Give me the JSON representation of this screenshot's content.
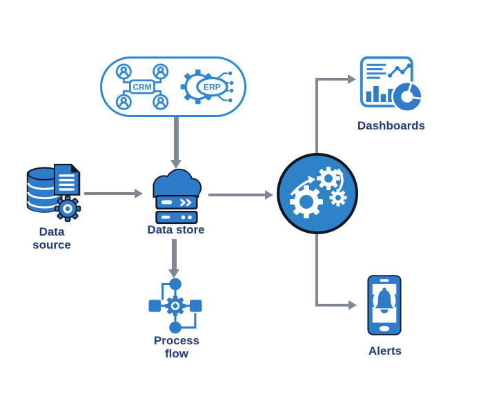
{
  "diagram": {
    "description": "data pipeline flow diagram"
  },
  "colors": {
    "icon_blue": "#2E7CC9",
    "outline_blue": "#2E86D4",
    "dark_outline": "#0F1626",
    "processing_circle_fill": "#2E82C8",
    "connector_gray": "#7D8894",
    "label_navy": "#1F3C74",
    "background": "#FFFFFF"
  },
  "nodes": {
    "integrations": {
      "crm": "CRM",
      "erp": "ERP"
    },
    "data_source": {
      "line1": "Data",
      "line2": "source"
    },
    "data_store": {
      "label": "Data store"
    },
    "process_flow": {
      "line1": "Process",
      "line2": "flow"
    },
    "dashboards": {
      "label": "Dashboards"
    },
    "alerts": {
      "label": "Alerts"
    }
  }
}
